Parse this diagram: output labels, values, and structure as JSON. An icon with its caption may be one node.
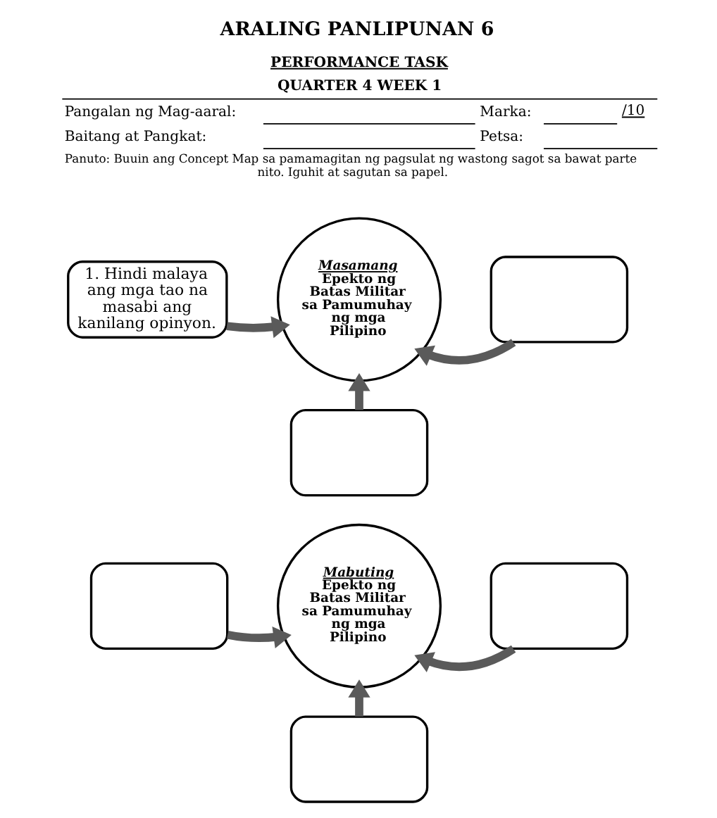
{
  "diagram": {
    "title": "ARALING PANLIPUNAN 6",
    "nodes": [
      {
        "text": [
          "Masamang",
          "Epekto ng Batas Militar sa Pamumuhay ng mga Pilipino"
        ]
      },
      {
        "text": [
          "1. Hindi malaya ang mga tao na masabi ang kanilang opinyon."
        ]
      },
      {
        "text": [],
        "shape": "box"
      },
      {
        "text": [],
        "shape": "box"
      },
      {
        "text": [
          "Mabuting",
          "Epekto ng Batas Militar sa Pamumuhay ng mga Pilipino"
        ]
      },
      {
        "text": [],
        "shape": "box"
      },
      {
        "text": [],
        "shape": "box"
      },
      {
        "text": [],
        "shape": "box"
      }
    ],
    "edges": [
      {
        "from": 1,
        "to": 0,
        "arrow": "to"
      },
      {
        "from": 2,
        "to": 0,
        "arrow": "to"
      },
      {
        "from": 3,
        "to": 0,
        "arrow": "to"
      },
      {
        "from": 5,
        "to": 4,
        "arrow": "to"
      },
      {
        "from": 6,
        "to": 4,
        "arrow": "to"
      },
      {
        "from": 7,
        "to": 4,
        "arrow": "to"
      }
    ],
    "labels": [
      "PERFORMANCE TASK",
      "QUARTER 4 WEEK 1",
      "Pangalan ng Mag-aaral:",
      "Marka:",
      "/10",
      "Baitang at Pangkat:",
      "Petsa:",
      "Panuto: Buuin ang Concept Map sa pamamagitan ng pagsulat ng wastong sagot sa bawat parte nito. Iguhit at sagutan sa papel."
    ]
  }
}
